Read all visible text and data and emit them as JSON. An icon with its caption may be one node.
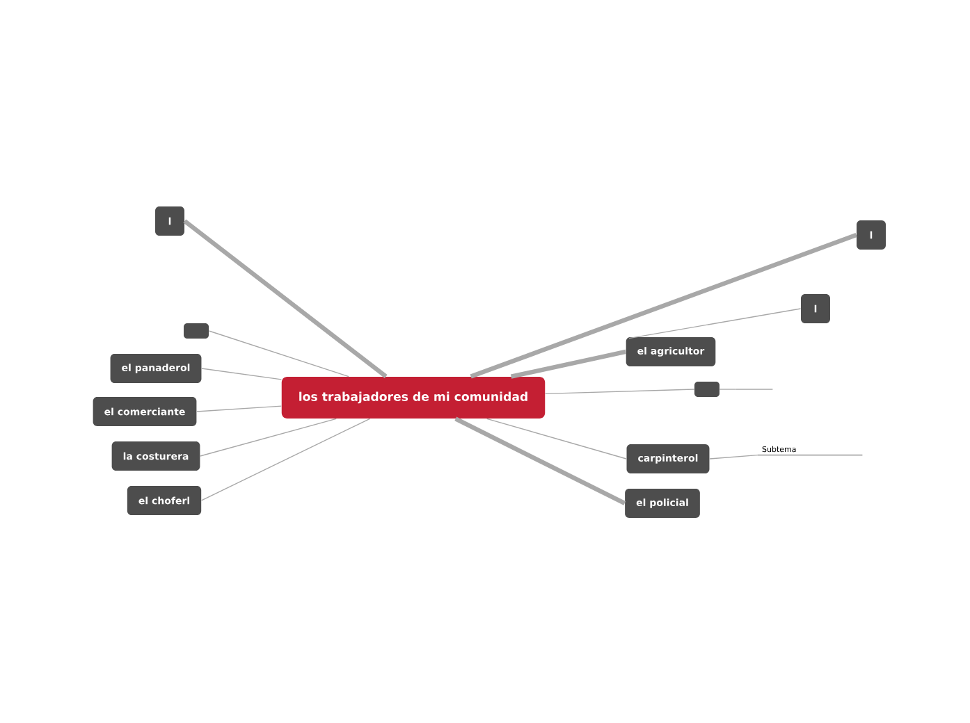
{
  "diagram": {
    "nodes": [
      {
        "text": [
          "los trabajadores de mi comunidad"
        ]
      },
      {
        "text": [
          "l"
        ]
      },
      {
        "text": [],
        "shape": "box"
      },
      {
        "text": [
          "el panaderol"
        ]
      },
      {
        "text": [
          "el comerciante"
        ]
      },
      {
        "text": [
          "la costurera"
        ]
      },
      {
        "text": [
          "el choferl"
        ]
      },
      {
        "text": [
          "l"
        ]
      },
      {
        "text": [
          "l"
        ]
      },
      {
        "text": [
          "el agricultor"
        ]
      },
      {
        "text": [],
        "shape": "box"
      },
      {
        "text": [
          "carpinterol"
        ]
      },
      {
        "text": [
          "el policial"
        ]
      },
      {
        "text": [
          "Subtema"
        ]
      },
      {
        "text": [],
        "shape": "bar"
      }
    ],
    "edges": [
      {
        "from": 0,
        "to": 1,
        "arrow": "none",
        "style": "thick"
      },
      {
        "from": 0,
        "to": 2,
        "arrow": "none"
      },
      {
        "from": 0,
        "to": 3,
        "arrow": "none"
      },
      {
        "from": 0,
        "to": 4,
        "arrow": "none"
      },
      {
        "from": 0,
        "to": 5,
        "arrow": "none"
      },
      {
        "from": 0,
        "to": 6,
        "arrow": "none"
      },
      {
        "from": 0,
        "to": 7,
        "arrow": "none",
        "style": "thick"
      },
      {
        "from": 9,
        "to": 8,
        "arrow": "none"
      },
      {
        "from": 0,
        "to": 9,
        "arrow": "none",
        "style": "thick"
      },
      {
        "from": 0,
        "to": 10,
        "arrow": "none"
      },
      {
        "from": 0,
        "to": 11,
        "arrow": "none"
      },
      {
        "from": 0,
        "to": 12,
        "arrow": "none",
        "style": "thick"
      },
      {
        "from": 11,
        "to": 13,
        "arrow": "none"
      },
      {
        "from": 10,
        "to": 14,
        "arrow": "none"
      }
    ]
  }
}
